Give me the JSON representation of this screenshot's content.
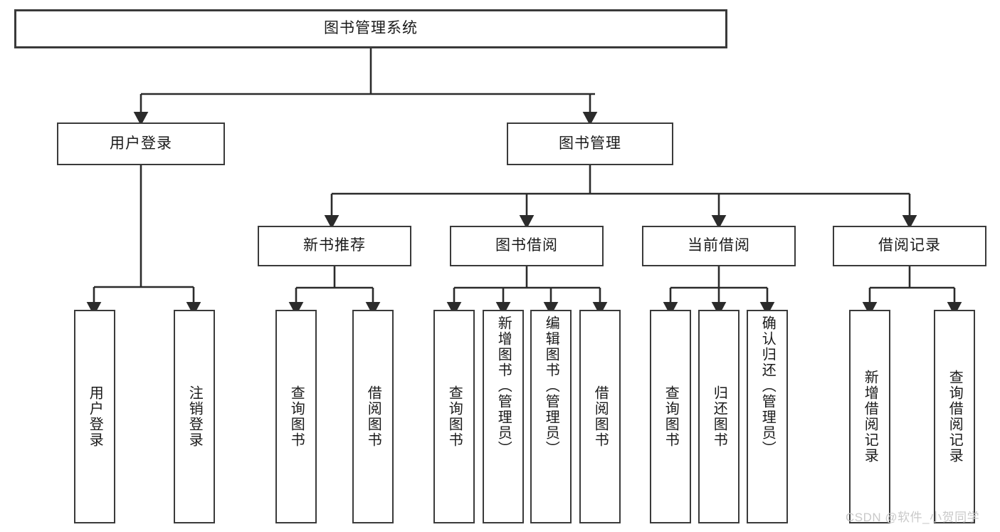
{
  "diagram": {
    "type": "tree",
    "title": "图书管理系统",
    "root": {
      "label": "图书管理系统"
    },
    "level1": [
      {
        "label": "用户登录"
      },
      {
        "label": "图书管理"
      }
    ],
    "level2": [
      {
        "label": "新书推荐"
      },
      {
        "label": "图书借阅"
      },
      {
        "label": "当前借阅"
      },
      {
        "label": "借阅记录"
      }
    ],
    "leaves": {
      "user_login": [
        {
          "label": "用户登录"
        },
        {
          "label": "注销登录"
        }
      ],
      "new_book_recommend": [
        {
          "label": "查询图书"
        },
        {
          "label": "借阅图书"
        }
      ],
      "book_borrow": [
        {
          "label": "查询图书"
        },
        {
          "label": "新增图书（管理员）"
        },
        {
          "label": "编辑图书（管理员）"
        },
        {
          "label": "借阅图书"
        }
      ],
      "current_borrow": [
        {
          "label": "查询图书"
        },
        {
          "label": "归还图书"
        },
        {
          "label": "确认归还（管理员）"
        }
      ],
      "borrow_record": [
        {
          "label": "新增借阅记录"
        },
        {
          "label": "查询借阅记录"
        }
      ]
    }
  },
  "watermark": {
    "text": "CSDN @软件_小贺同学"
  },
  "colors": {
    "stroke": "#3a3a3a",
    "fill": "#ffffff",
    "text": "#1a1a1a",
    "watermark": "#c9c9c9"
  }
}
